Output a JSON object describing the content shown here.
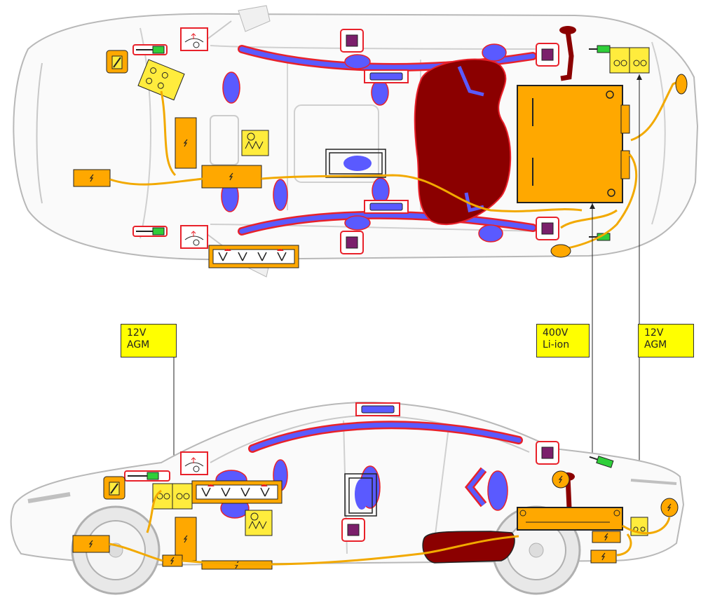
{
  "labels": {
    "left": {
      "line1": "12V",
      "line2": "AGM"
    },
    "center": {
      "line1": "400V",
      "line2": "Li-ion"
    },
    "right": {
      "line1": "12V",
      "line2": "AGM"
    }
  },
  "icons": {
    "hv_symbol": "ϟ",
    "hv_components": "high-voltage-component-icon",
    "airbag": "airbag-icon",
    "inflator": "airbag-inflator-icon",
    "battery": "battery-icon",
    "fuel_tank": "fuel-tank-icon",
    "seatbelt_pretensioner": "seatbelt-pretensioner-icon",
    "pop_up_bonnet": "active-bonnet-icon",
    "gas_strut": "gas-strut-icon",
    "hv_disconnect": "high-voltage-disconnect-icon",
    "ultracap": "control-unit-icon"
  },
  "colors": {
    "hv_orange": "#ffa800",
    "hv_cable": "#f2a900",
    "airbag_blue": "#5a5aff",
    "airbag_red_outline": "#e8212a",
    "fuel_tank": "#8b0000",
    "battery_yellow": "#ffec3d",
    "pretensioner_purple": "#7b1f6b",
    "gas_strut_green": "#2fcf3a",
    "label_yellow": "#ffff00",
    "car_outline": "#b8b8b8"
  }
}
